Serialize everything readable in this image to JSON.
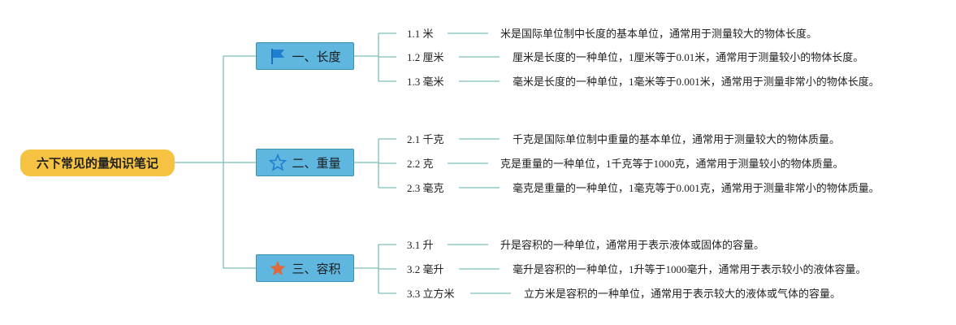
{
  "root": {
    "label": "六下常见的量知识笔记"
  },
  "colors": {
    "connector": "#7dbdb6",
    "root_bg": "#f5c242",
    "category_bg": "#5fb6de"
  },
  "categories": [
    {
      "label": "一、长度",
      "icon": "flag-icon",
      "items": [
        {
          "label": "1.1 米",
          "desc": "米是国际单位制中长度的基本单位，通常用于测量较大的物体长度。"
        },
        {
          "label": "1.2 厘米",
          "desc": "厘米是长度的一种单位，1厘米等于0.01米，通常用于测量较小的物体长度。"
        },
        {
          "label": "1.3 毫米",
          "desc": "毫米是长度的一种单位，1毫米等于0.001米，通常用于测量非常小的物体长度。"
        }
      ]
    },
    {
      "label": "二、重量",
      "icon": "star-outline-icon",
      "items": [
        {
          "label": "2.1 千克",
          "desc": "千克是国际单位制中重量的基本单位，通常用于测量较大的物体质量。"
        },
        {
          "label": "2.2 克",
          "desc": "克是重量的一种单位，1千克等于1000克，通常用于测量较小的物体质量。"
        },
        {
          "label": "2.3 毫克",
          "desc": "毫克是重量的一种单位，1毫克等于0.001克，通常用于测量非常小的物体质量。"
        }
      ]
    },
    {
      "label": "三、容积",
      "icon": "star-filled-icon",
      "items": [
        {
          "label": "3.1 升",
          "desc": "升是容积的一种单位，通常用于表示液体或固体的容量。"
        },
        {
          "label": "3.2 毫升",
          "desc": "毫升是容积的一种单位，1升等于1000毫升，通常用于表示较小的液体容量。"
        },
        {
          "label": "3.3 立方米",
          "desc": "立方米是容积的一种单位，通常用于表示较大的液体或气体的容量。"
        }
      ]
    }
  ]
}
